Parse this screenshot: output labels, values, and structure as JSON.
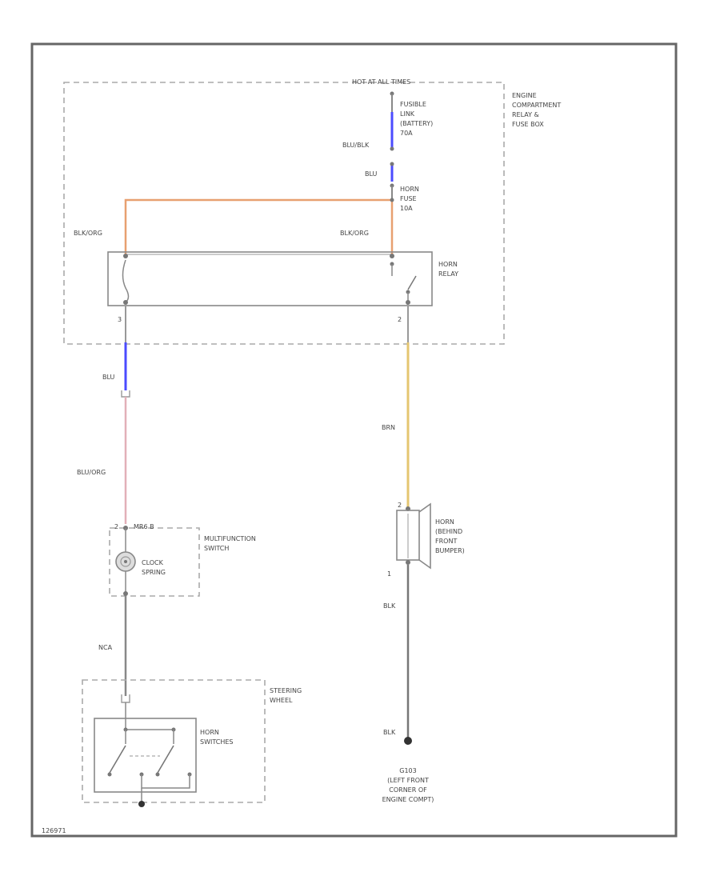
{
  "diagram": {
    "colors": {
      "wire_default": "#7a7a7a",
      "wire_blu": "#4b4bff",
      "wire_blu_org": "#e2b0b8",
      "wire_blk_org": "#e8a070",
      "wire_brn": "#e4c670",
      "wire_grey": "#999999"
    },
    "labels": {
      "hot_label": "HOT AT ALL TIMES",
      "engine_box": [
        "ENGINE",
        "COMPARTMENT",
        "RELAY &",
        "FUSE BOX"
      ],
      "fusible_link": [
        "FUSIBLE",
        "LINK",
        "(BATTERY)",
        "70A"
      ],
      "horn_fuse": [
        "HORN",
        "FUSE",
        "10A"
      ],
      "horn_relay": [
        "HORN",
        "RELAY"
      ],
      "multifunction": [
        "MULTIFUNCTION",
        "SWITCH"
      ],
      "clock_spring": [
        "CLOCK",
        "SPRING"
      ],
      "steering_wheel": [
        "STEERING",
        "WHEEL"
      ],
      "horn_switches": [
        "HORN",
        "SWITCHES"
      ],
      "horn": [
        "HORN",
        "(BEHIND",
        "FRONT",
        "BUMPER)"
      ],
      "ground": [
        "G103",
        "(LEFT FRONT",
        "CORNER OF",
        "ENGINE COMPT)"
      ],
      "connector": "MR6 B"
    },
    "wires": {
      "blu_blk": "BLU/BLK",
      "blu_top": "BLU",
      "blk_org_left": "BLK/ORG",
      "blk_org_right": "BLK/ORG",
      "blu_mid": "BLU",
      "blu_org": "BLU/ORG",
      "brn": "BRN",
      "nca": "NCA",
      "blk_1": "BLK",
      "blk_2": "BLK"
    },
    "pins": {
      "p3": "3",
      "p2": "2",
      "p1_horn": "1",
      "p2_horn": "2",
      "p2_mfs": "2"
    },
    "footer_code": "126971"
  }
}
